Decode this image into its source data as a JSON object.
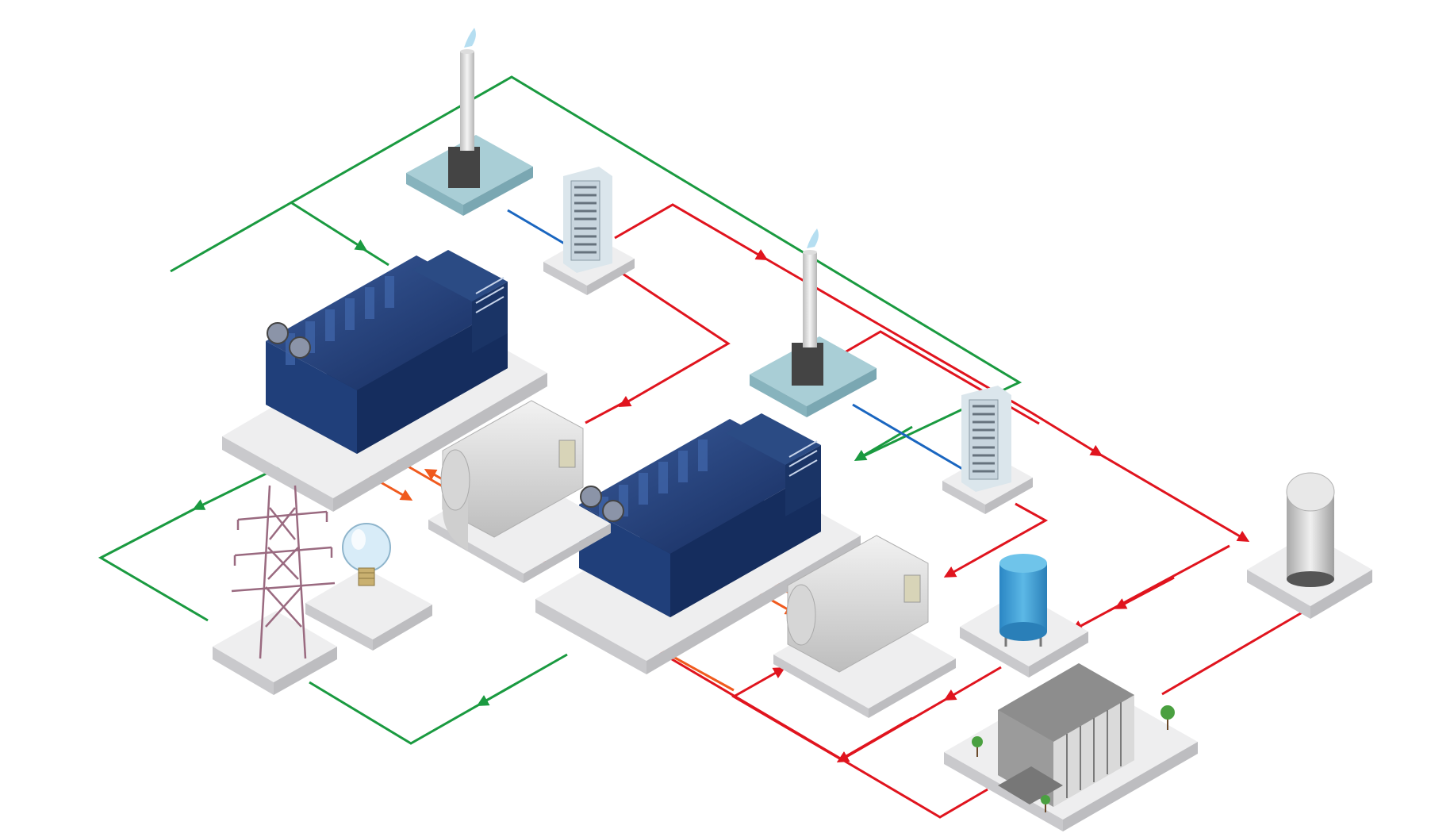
{
  "colors": {
    "electric_line": "#1a9a40",
    "heat_line": "#e0141e",
    "hot_line": "#f05a1e",
    "exhaust_line": "#1a66c0",
    "platform_top": "#eeeeef",
    "platform_side": "#c9c9cc",
    "chimney_base": "#a9ced6",
    "engine_blue": "#1f3a70",
    "generator_gray": "#d8d8d8",
    "tank_blue": "#3c9ed6"
  },
  "components": [
    {
      "id": "engine-1",
      "kind": "gas-engine-icon"
    },
    {
      "id": "engine-2",
      "kind": "gas-engine-icon"
    },
    {
      "id": "chimney-1",
      "kind": "chimney-icon"
    },
    {
      "id": "chimney-2",
      "kind": "chimney-icon"
    },
    {
      "id": "heat-exchanger-1",
      "kind": "heat-exchanger-icon"
    },
    {
      "id": "heat-exchanger-2",
      "kind": "heat-exchanger-icon"
    },
    {
      "id": "generator-1",
      "kind": "absorption-chiller-icon"
    },
    {
      "id": "generator-2",
      "kind": "absorption-chiller-icon"
    },
    {
      "id": "power-tower",
      "kind": "power-transmission-tower-icon"
    },
    {
      "id": "light-bulb",
      "kind": "light-bulb-icon"
    },
    {
      "id": "water-tank",
      "kind": "hot-water-tank-icon"
    },
    {
      "id": "storage-tank",
      "kind": "storage-tank-icon"
    },
    {
      "id": "building",
      "kind": "office-building-icon"
    }
  ]
}
